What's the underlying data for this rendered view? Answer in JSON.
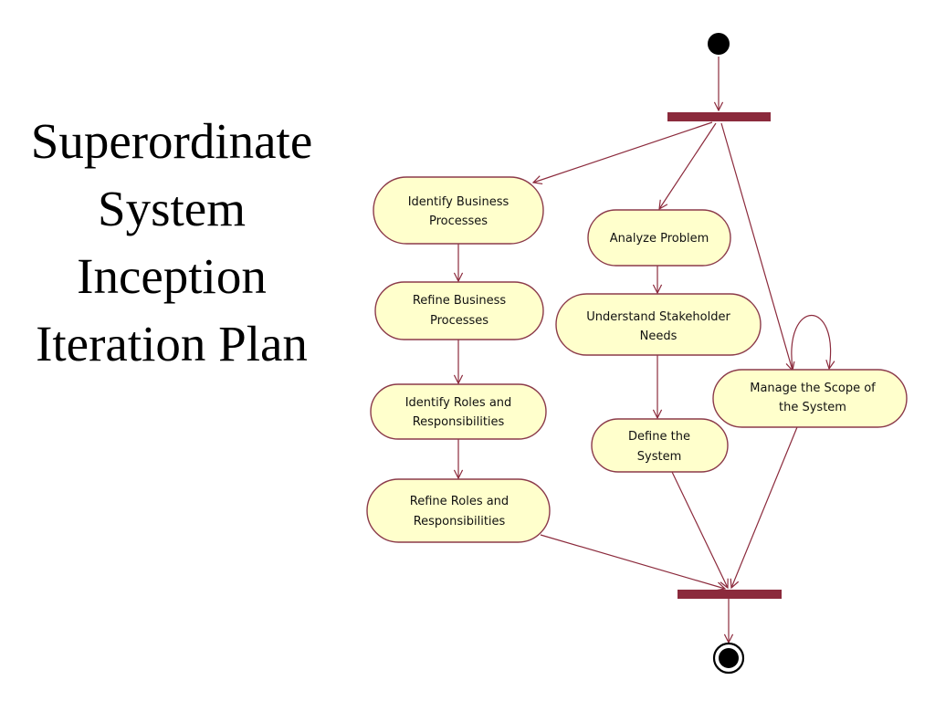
{
  "title": {
    "lines": [
      "Superordinate",
      "System",
      "Inception",
      "Iteration Plan"
    ]
  },
  "colors": {
    "activity_fill": "#ffffcc",
    "activity_stroke": "#8b3a4a",
    "bar_fill": "#8b2a3c",
    "arrow": "#8b2a3c",
    "node": "#000000"
  },
  "activities": {
    "identify_business_processes": [
      "Identify Business",
      "Processes"
    ],
    "refine_business_processes": [
      "Refine Business",
      "Processes"
    ],
    "identify_roles": [
      "Identify Roles and",
      "Responsibilities"
    ],
    "refine_roles": [
      "Refine Roles and",
      "Responsibilities"
    ],
    "analyze_problem": [
      "Analyze Problem"
    ],
    "understand_stakeholder_needs": [
      "Understand Stakeholder",
      "Needs"
    ],
    "define_system": [
      "Define the",
      "System"
    ],
    "manage_scope": [
      "Manage the Scope of",
      "the System"
    ]
  }
}
